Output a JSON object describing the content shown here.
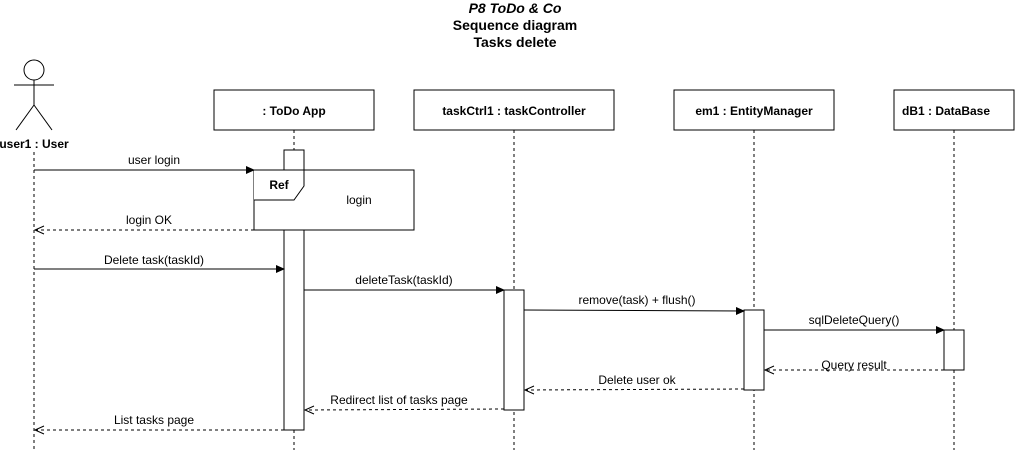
{
  "title": {
    "line1": "P8 ToDo & Co",
    "line2": "Sequence diagram",
    "line3": "Tasks delete"
  },
  "participants": {
    "user": "user1 : User",
    "app": ": ToDo App",
    "ctrl": "taskCtrl1 : taskController",
    "em": "em1 : EntityManager",
    "db": "dB1 : DataBase"
  },
  "fragment": {
    "tag": "Ref",
    "label": "login"
  },
  "messages": {
    "user_login": "user login",
    "login_ok": "login OK",
    "delete_task": "Delete task(taskId)",
    "delete_task_call": "deleteTask(taskId)",
    "remove_flush": "remove(task) + flush()",
    "sql_delete": "sqlDeleteQuery()",
    "query_result": "Query result",
    "delete_user_ok": "Delete user ok",
    "redirect": "Redirect list of tasks page",
    "list_tasks": "List tasks page"
  }
}
